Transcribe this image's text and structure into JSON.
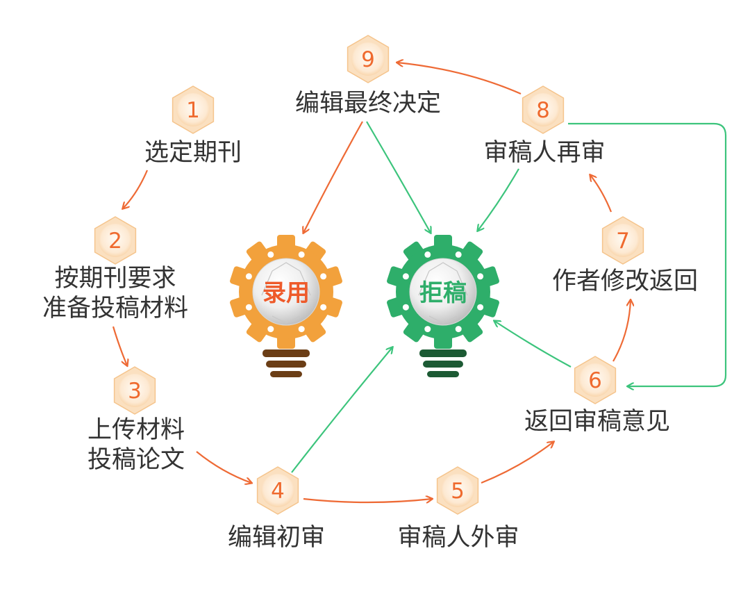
{
  "colors": {
    "orange_arrow": "#ee6a35",
    "green_arrow": "#3cc47c",
    "step_orange": "#ef6a2e",
    "gear_orange": "#f2a13c",
    "gear_green": "#2eae6a",
    "base_brown": "#6b3e16",
    "base_green": "#1c5a34",
    "label_text": "#333333"
  },
  "steps": [
    {
      "number": "1",
      "label_lines": [
        "选定期刊"
      ]
    },
    {
      "number": "2",
      "label_lines": [
        "按期刊要求",
        "准备投稿材料"
      ]
    },
    {
      "number": "3",
      "label_lines": [
        "上传材料",
        "投稿论文"
      ]
    },
    {
      "number": "4",
      "label_lines": [
        "编辑初审"
      ]
    },
    {
      "number": "5",
      "label_lines": [
        "审稿人外审"
      ]
    },
    {
      "number": "6",
      "label_lines": [
        "返回审稿意见"
      ]
    },
    {
      "number": "7",
      "label_lines": [
        "作者修改返回"
      ]
    },
    {
      "number": "8",
      "label_lines": [
        "审稿人再审"
      ]
    },
    {
      "number": "9",
      "label_lines": [
        "编辑最终决定"
      ]
    }
  ],
  "outcomes": {
    "accept": {
      "label": "录用",
      "icon": "lightbulb-gear-icon"
    },
    "reject": {
      "label": "拒稿",
      "icon": "lightbulb-gear-icon"
    }
  },
  "flows": [
    {
      "from": "1",
      "to": "2",
      "kind": "orange"
    },
    {
      "from": "2",
      "to": "3",
      "kind": "orange"
    },
    {
      "from": "3",
      "to": "4",
      "kind": "orange"
    },
    {
      "from": "4",
      "to": "5",
      "kind": "orange"
    },
    {
      "from": "5",
      "to": "6",
      "kind": "orange"
    },
    {
      "from": "6",
      "to": "7",
      "kind": "orange"
    },
    {
      "from": "7",
      "to": "8",
      "kind": "orange"
    },
    {
      "from": "8",
      "to": "9",
      "kind": "orange"
    },
    {
      "from": "9",
      "to": "accept",
      "kind": "orange"
    },
    {
      "from": "9",
      "to": "reject",
      "kind": "green"
    },
    {
      "from": "8",
      "to": "reject",
      "kind": "green"
    },
    {
      "from": "4",
      "to": "reject",
      "kind": "green"
    },
    {
      "from": "6",
      "to": "reject",
      "kind": "green"
    },
    {
      "from": "8",
      "to": "6",
      "kind": "green"
    }
  ]
}
